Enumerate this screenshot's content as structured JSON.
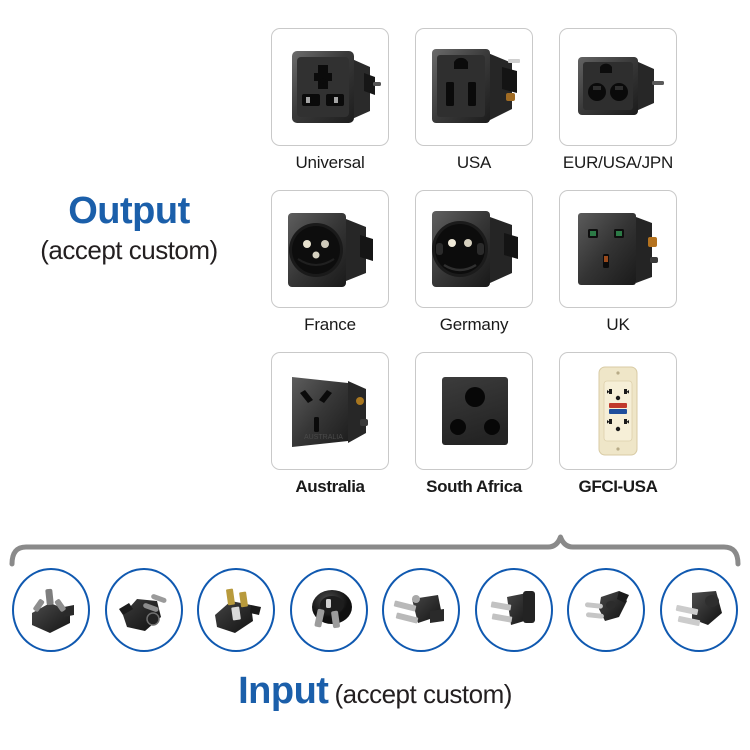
{
  "output": {
    "title": "Output",
    "subtitle": "(accept custom)"
  },
  "input": {
    "title": "Input",
    "subtitle": "(accept custom)"
  },
  "colors": {
    "brand_blue": "#1b5faa",
    "chip_blue": "#1059b0",
    "card_border": "#c9c9c9",
    "brace_gray": "#8a8a8a",
    "text_dark": "#1a1a1a",
    "socket_black": "#2b2b2b",
    "gfci_ivory": "#efe4c4"
  },
  "socket_grid": {
    "columns": 3,
    "rows": 3,
    "items": [
      {
        "label": "Universal",
        "icon": "socket-universal-icon"
      },
      {
        "label": "USA",
        "icon": "socket-usa-icon"
      },
      {
        "label": "EUR/USA/JPN",
        "icon": "socket-eur-usa-jpn-icon"
      },
      {
        "label": "France",
        "icon": "socket-france-icon"
      },
      {
        "label": "Germany",
        "icon": "socket-germany-icon"
      },
      {
        "label": "UK",
        "icon": "socket-uk-icon"
      },
      {
        "label": "Australia",
        "icon": "socket-australia-icon"
      },
      {
        "label": "South Africa",
        "icon": "socket-south-africa-icon"
      },
      {
        "label": "GFCI-USA",
        "icon": "socket-gfci-usa-icon"
      }
    ]
  },
  "plug_row": {
    "count": 8,
    "items": [
      {
        "icon": "plug-china-icon"
      },
      {
        "icon": "plug-schuko-icon"
      },
      {
        "icon": "plug-uk-icon"
      },
      {
        "icon": "plug-australia-icon"
      },
      {
        "icon": "plug-usa-3pin-icon"
      },
      {
        "icon": "plug-usa-2pin-icon"
      },
      {
        "icon": "plug-europlug-icon"
      },
      {
        "icon": "plug-us-angled-icon"
      }
    ]
  }
}
